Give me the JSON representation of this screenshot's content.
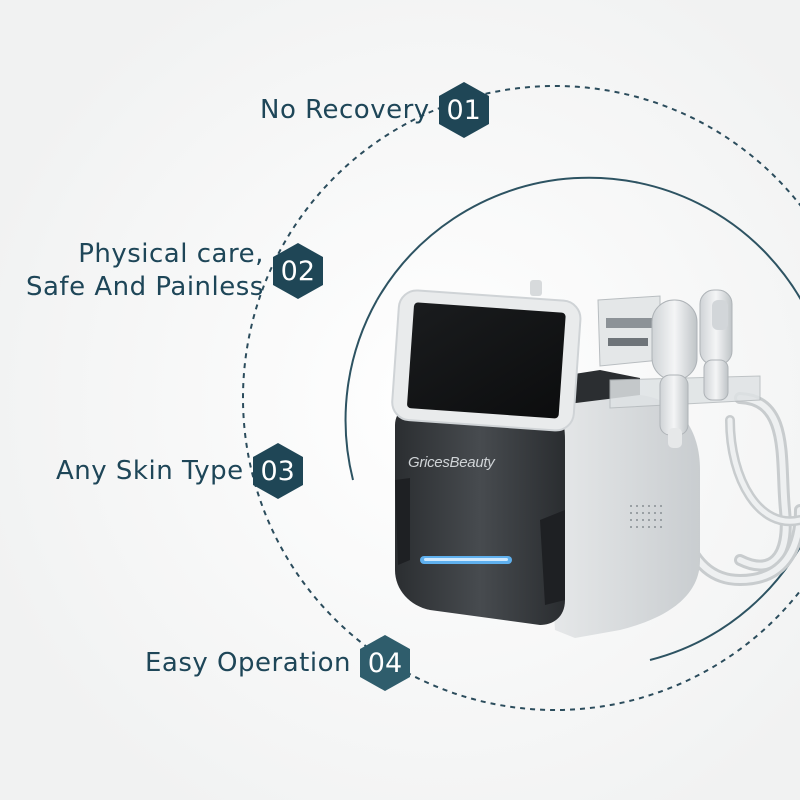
{
  "features": [
    {
      "number": "01",
      "label": "No Recovery"
    },
    {
      "number": "02",
      "label_line1": "Physical care,",
      "label_line2": "Safe And Painless"
    },
    {
      "number": "03",
      "label": "Any Skin Type"
    },
    {
      "number": "04",
      "label": "Easy Operation"
    }
  ],
  "device": {
    "brand": "GricesBeauty"
  },
  "colors": {
    "hex_dark": "#1f4656",
    "hex_light": "#2f5d6c",
    "text": "#1e4658",
    "dashed_circle": "#2b4c5c",
    "solid_arc": "#2d5362",
    "background": "#f3f4f4"
  },
  "icons": [
    "hexagon-badge-icon",
    "device-illustration"
  ]
}
